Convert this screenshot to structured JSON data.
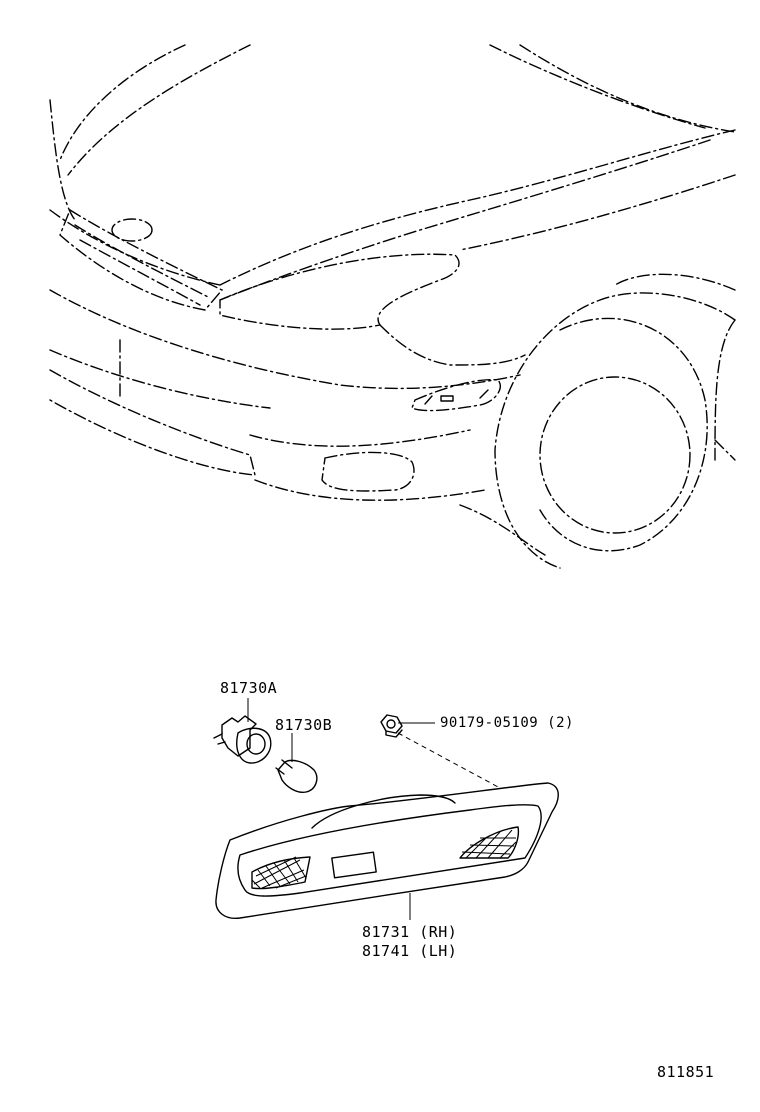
{
  "parts": {
    "socket": {
      "number": "81730A"
    },
    "bulb": {
      "number": "81730B"
    },
    "nut": {
      "number": "90179-05109",
      "qty": "(2)"
    },
    "lamp_rh": {
      "number": "81731",
      "side": "(RH)"
    },
    "lamp_lh": {
      "number": "81741",
      "side": "(LH)"
    }
  },
  "illustration_id": "811851"
}
